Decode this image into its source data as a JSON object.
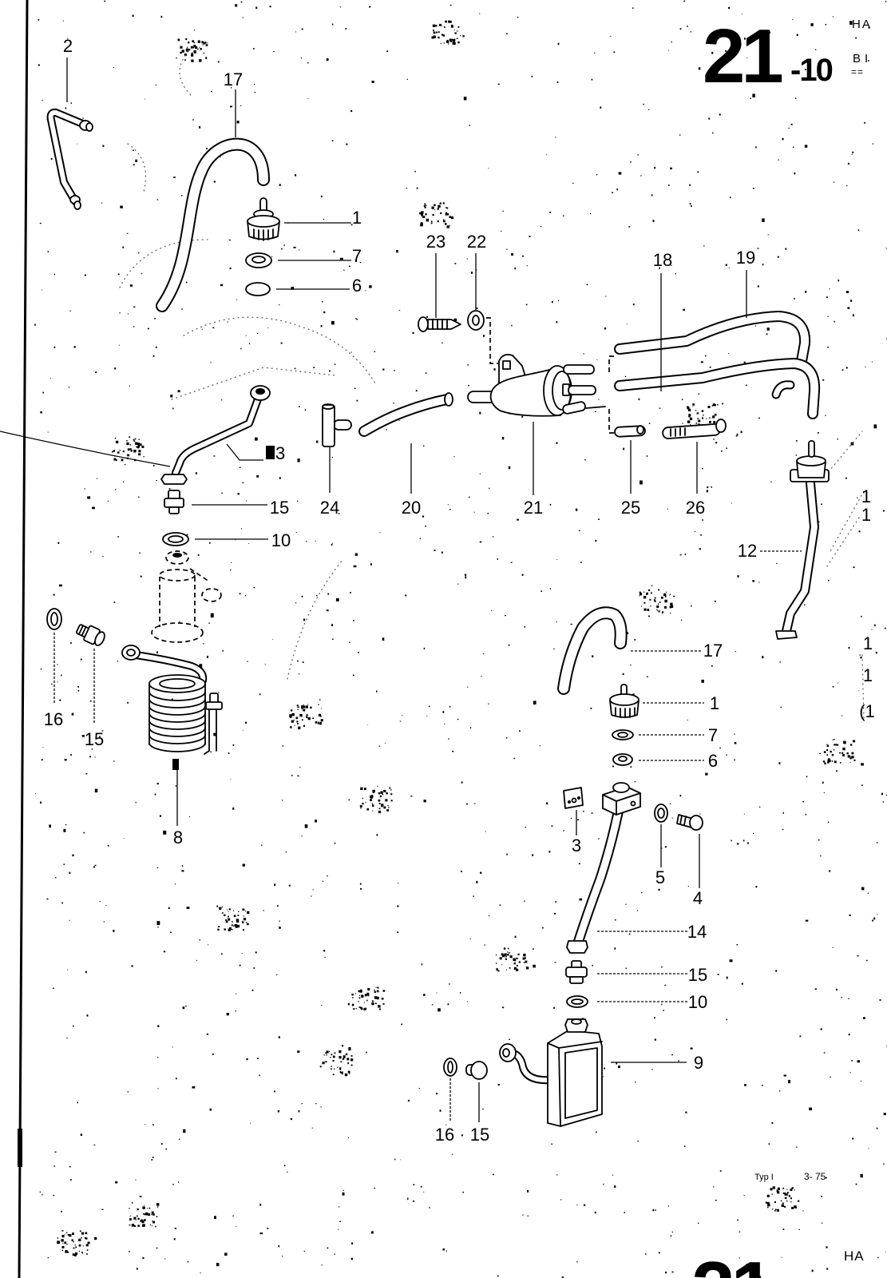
{
  "header": {
    "section_number": "21",
    "subsection_number": "-10",
    "heading_fragment_1": "HA",
    "heading_fragment_2": "BI",
    "heading_underline": "=="
  },
  "callouts": {
    "upper_left": [
      "2",
      "17",
      "1",
      "7",
      "6",
      "13",
      "15",
      "10",
      "16",
      "15",
      "8"
    ],
    "center": [
      "23",
      "22",
      "18",
      "19",
      "24",
      "20",
      "21",
      "25",
      "26"
    ],
    "right": [
      "12"
    ],
    "lower_right": [
      "17",
      "1",
      "7",
      "6",
      "3",
      "5",
      "4",
      "14",
      "15",
      "10",
      "9",
      "16",
      "15"
    ],
    "right_edge_cut_off": [
      "1",
      "1",
      "1",
      "1",
      "(1"
    ]
  },
  "footer": {
    "model": "Typ I",
    "edition_date": "3- 75",
    "section_number_fragment": "21",
    "heading_fragment": "HA"
  }
}
